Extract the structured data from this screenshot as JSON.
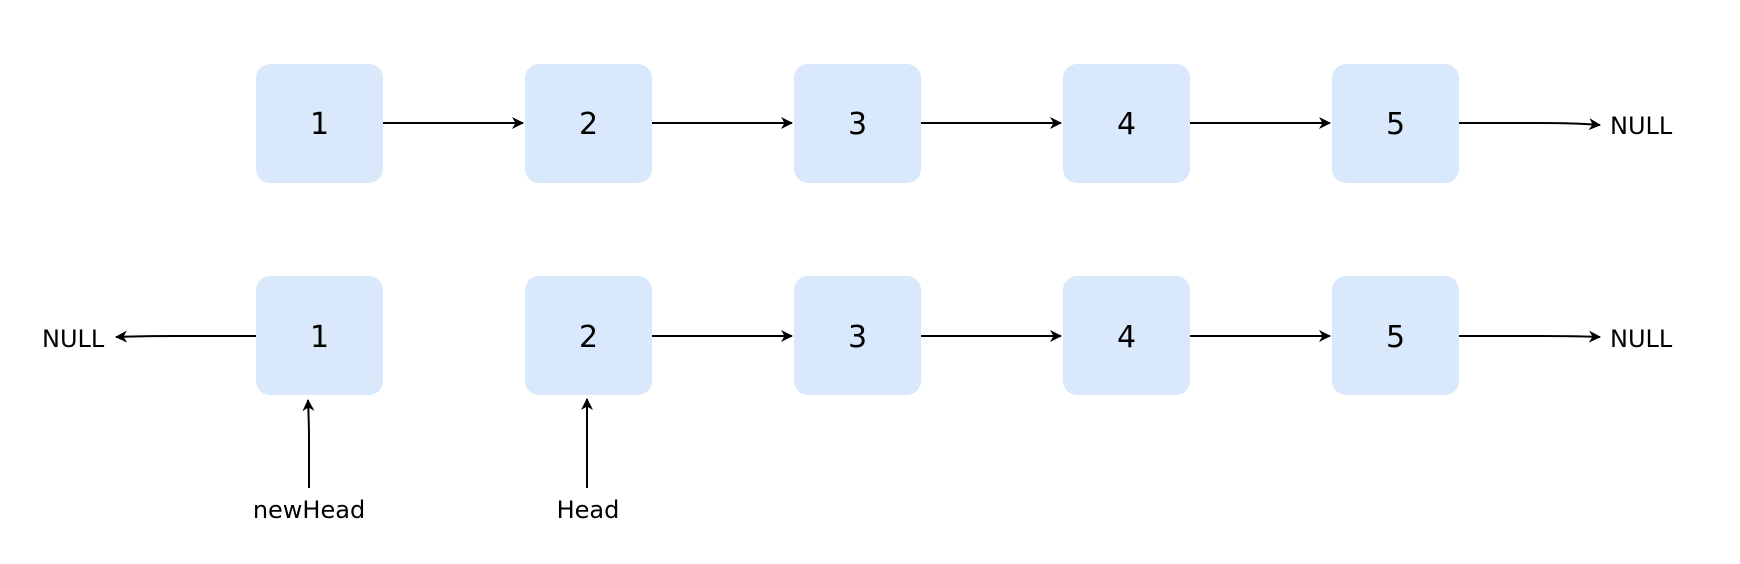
{
  "colors": {
    "node_fill": "#dae8fc",
    "line": "#000000",
    "background": "#ffffff"
  },
  "top_list": {
    "nodes": [
      "1",
      "2",
      "3",
      "4",
      "5"
    ],
    "tail": "NULL"
  },
  "bottom_list": {
    "left_null": "NULL",
    "nodes": [
      "1",
      "2",
      "3",
      "4",
      "5"
    ],
    "tail": "NULL",
    "pointers": {
      "new_head": "newHead",
      "head": "Head"
    }
  }
}
